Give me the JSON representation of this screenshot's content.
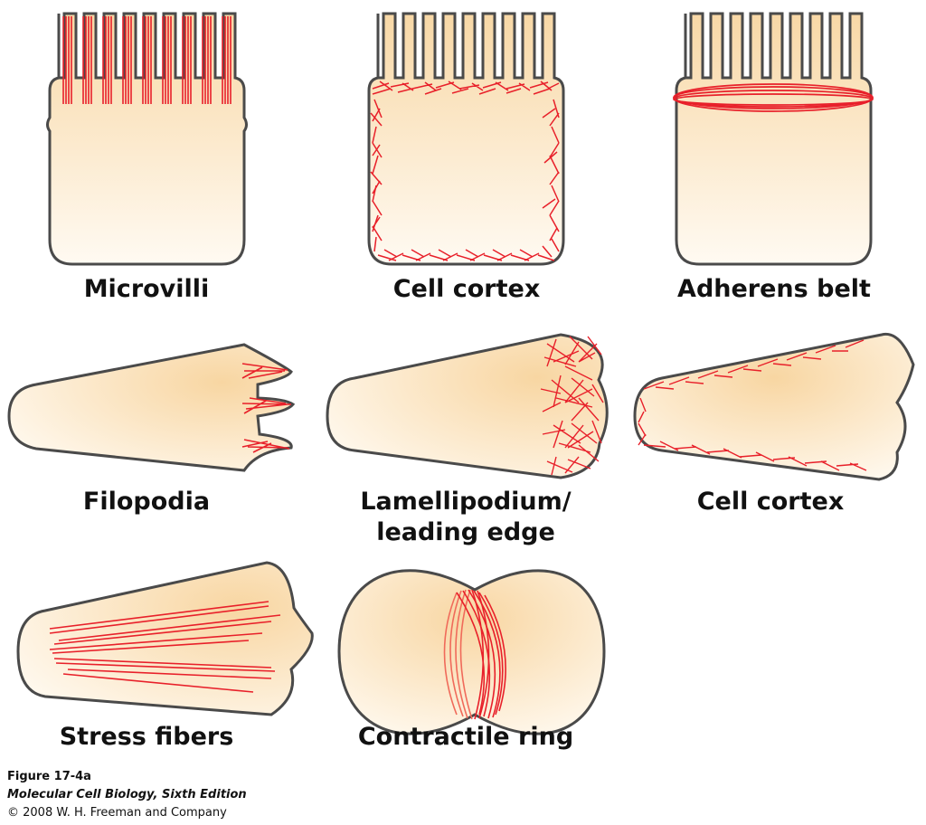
{
  "labels": {
    "microvilli": "Microvilli",
    "cell_cortex_top": "Cell cortex",
    "adherens_belt": "Adherens belt",
    "filopodia": "Filopodia",
    "lamellipodium_line1": "Lamellipodium/",
    "lamellipodium_line2": "leading edge",
    "cell_cortex_mid": "Cell cortex",
    "stress_fibers": "Stress fibers",
    "contractile_ring": "Contractile ring"
  },
  "caption": {
    "figure": "Figure 17-4a",
    "book": "Molecular Cell Biology, Sixth Edition",
    "copyright": "© 2008 W. H. Freeman and Company"
  },
  "colors": {
    "cell_fill_light": "#fffaf0",
    "cell_fill_dark": "#f8d9a8",
    "outline": "#4a4a4a",
    "actin": "#e8202a"
  }
}
